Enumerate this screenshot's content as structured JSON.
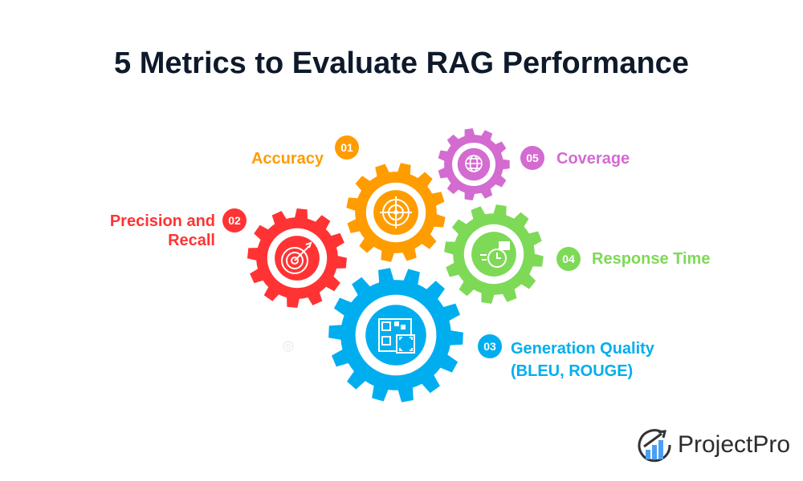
{
  "title": "5 Metrics to Evaluate RAG Performance",
  "metrics": [
    {
      "number": "01",
      "label": "Accuracy",
      "color": "#ff9c00",
      "icon": "crosshair-icon"
    },
    {
      "number": "02",
      "label_line1": "Precision and",
      "label_line2": "Recall",
      "color": "#ff3334",
      "icon": "dartboard-icon"
    },
    {
      "number": "03",
      "label_line1": "Generation Quality",
      "label_line2": "(BLEU, ROUGE)",
      "color": "#00aeef",
      "icon": "qr-code-icon"
    },
    {
      "number": "04",
      "label": "Response Time",
      "color": "#7ed957",
      "icon": "stopwatch-icon"
    },
    {
      "number": "05",
      "label": "Coverage",
      "color": "#d36bd1",
      "icon": "globe-icon"
    }
  ],
  "logo": {
    "text": "ProjectPro",
    "accent": "#4a9ff5"
  }
}
